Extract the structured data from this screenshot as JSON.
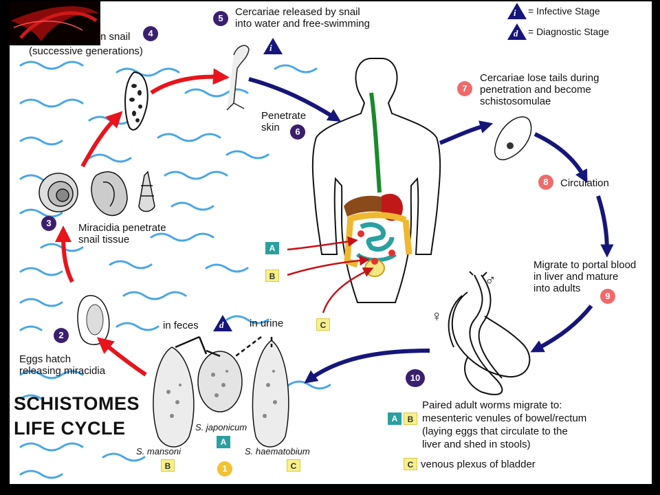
{
  "legend": {
    "infective_letter": "i",
    "infective_label": "= Infective Stage",
    "diagnostic_letter": "d",
    "diagnostic_label": "= Diagnostic Stage"
  },
  "title": {
    "line1": "SCHISTOMES",
    "line2": "LIFE CYCLE"
  },
  "stages": {
    "s1": {
      "num": "1"
    },
    "s2": {
      "num": "2",
      "text": "Eggs hatch\nreleasing miracidia"
    },
    "s3": {
      "num": "3",
      "text": "Miracidia penetrate\nsnail tissue"
    },
    "s4": {
      "num": "4",
      "text_line1": "n snail",
      "text_line2": "(successive generations)"
    },
    "s5": {
      "num": "5",
      "text": "Cercariae released by snail\ninto water and free-swimming"
    },
    "s6": {
      "num": "6",
      "text": "Penetrate\nskin"
    },
    "s7": {
      "num": "7",
      "text": "Cercariae lose tails during\npenetration and become\nschistosomulae"
    },
    "s8": {
      "num": "8",
      "text": "Circulation"
    },
    "s9": {
      "num": "9",
      "text": "Migrate to portal blood\nin liver and mature\ninto adults"
    },
    "s10": {
      "num": "10",
      "text": "Paired adult worms migrate to:\nmesenteric venules of bowel/rectum\n(laying eggs that circulate to the\nliver and shed in stools)",
      "text_c": "venous plexus of bladder"
    }
  },
  "eggs": {
    "in_feces": "in feces",
    "in_urine": "in urine",
    "mansoni": "S. mansoni",
    "japonicum": "S. japonicum",
    "haematobium": "S. haematobium"
  },
  "sites": {
    "a": "A",
    "b": "B",
    "c": "C"
  },
  "sex": {
    "female": "♀",
    "male": "♂"
  },
  "colors": {
    "dark_blue": "#16167a",
    "red_arrow": "#e8141c",
    "water": "#4aa6e8",
    "purple_num": "#3a1f6e",
    "pink_num": "#f06a6a"
  }
}
